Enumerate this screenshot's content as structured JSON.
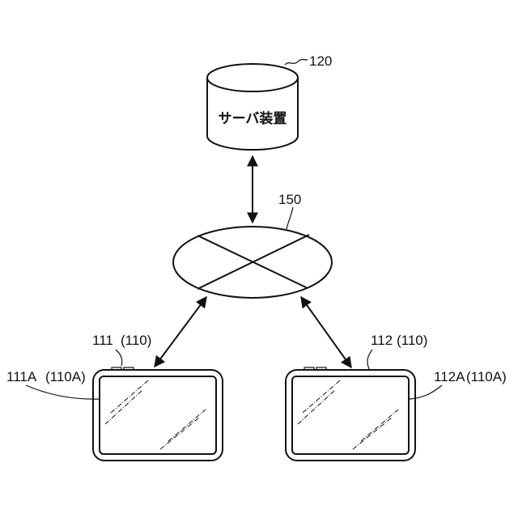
{
  "server": {
    "label": "サーバ装置",
    "ref": "120"
  },
  "network": {
    "ref": "150"
  },
  "terminal_left": {
    "ref": "111",
    "ref_group": "(110)",
    "screen_ref": "111A",
    "screen_group": "(110A)"
  },
  "terminal_right": {
    "ref": "112",
    "ref_group": "(110)",
    "screen_ref": "112A",
    "screen_group": "(110A)"
  }
}
